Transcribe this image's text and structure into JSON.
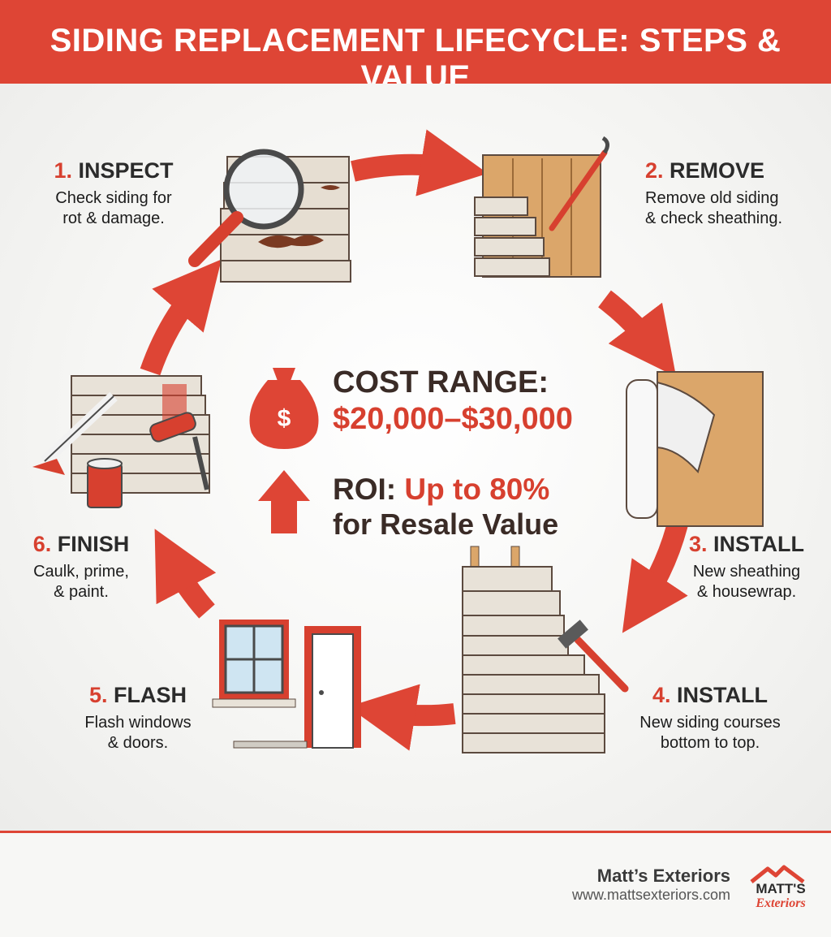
{
  "header": {
    "title": "SIDING REPLACEMENT LIFECYCLE: STEPS & VALUE"
  },
  "steps": [
    {
      "number": "1.",
      "name": "INSPECT",
      "desc_lines": [
        "Check siding for",
        "rot & damage."
      ]
    },
    {
      "number": "2.",
      "name": "REMOVE",
      "desc_lines": [
        "Remove old siding",
        "& check sheathing."
      ]
    },
    {
      "number": "3.",
      "name": "INSTALL",
      "desc_lines": [
        "New sheathing",
        "& housewrap."
      ]
    },
    {
      "number": "4.",
      "name": "INSTALL",
      "desc_lines": [
        "New siding courses",
        "bottom to top."
      ]
    },
    {
      "number": "5.",
      "name": "FLASH",
      "desc_lines": [
        "Flash windows",
        "& doors."
      ]
    },
    {
      "number": "6.",
      "name": "FINISH",
      "desc_lines": [
        "Caulk, prime,",
        "& paint."
      ]
    }
  ],
  "center": {
    "cost_label": "COST RANGE:",
    "cost_value": "$20,000–$30,000",
    "roi_label": "ROI:",
    "roi_value": "Up to 80%",
    "roi_sub": "for Resale Value"
  },
  "footer": {
    "company": "Matt’s Exteriors",
    "website": "www.mattsexteriors.com",
    "logo_text_top": "MATT'S",
    "logo_text_bottom": "Exteriors"
  },
  "colors": {
    "accent": "#de4535",
    "dark_text": "#3a2b26",
    "background": "#f4f4f2"
  }
}
